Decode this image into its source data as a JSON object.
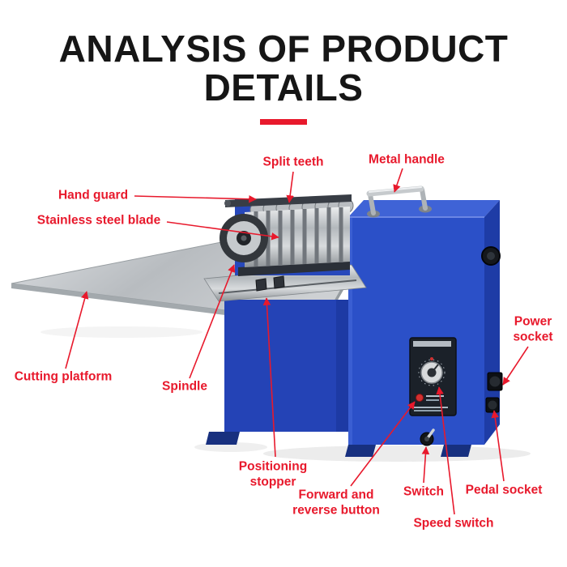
{
  "page": {
    "title_line1": "ANALYSIS OF PRODUCT",
    "title_line2": "DETAILS"
  },
  "colors": {
    "accent_red": "#e8192c",
    "machine_blue": "#2b50c8",
    "machine_blue_dark": "#1e3ca6",
    "platform_grey": "#c3c7ca"
  },
  "labels": {
    "split_teeth": "Split teeth",
    "metal_handle": "Metal handle",
    "hand_guard": "Hand guard",
    "stainless_steel_blade": "Stainless steel blade",
    "cutting_platform": "Cutting platform",
    "spindle": "Spindle",
    "positioning_stopper": "Positioning stopper",
    "forward_reverse_button": "Forward and reverse button",
    "switch": "Switch",
    "speed_switch": "Speed switch",
    "pedal_socket": "Pedal socket",
    "power_socket": "Power socket"
  }
}
